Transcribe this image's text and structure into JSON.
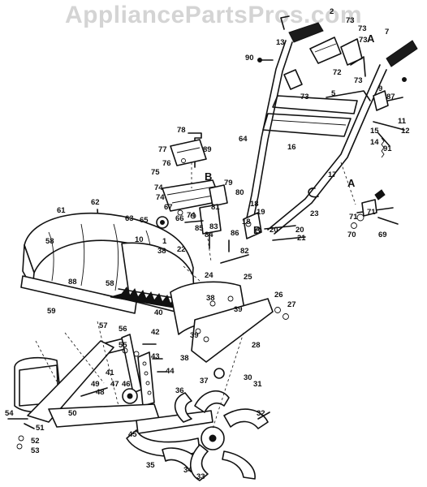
{
  "watermark": "AppliancePartsPros.com",
  "callouts": [
    "1",
    "2",
    "5",
    "7",
    "9",
    "10",
    "11",
    "12",
    "13",
    "14",
    "15",
    "16",
    "17",
    "18",
    "19",
    "20",
    "21",
    "22",
    "23",
    "24",
    "25",
    "26",
    "27",
    "28",
    "30",
    "31",
    "32",
    "33",
    "34",
    "35",
    "36",
    "37",
    "38",
    "39",
    "40",
    "41",
    "42",
    "43",
    "44",
    "45",
    "46",
    "47",
    "48",
    "49",
    "50",
    "51",
    "52",
    "53",
    "54",
    "55",
    "56",
    "57",
    "58",
    "59",
    "61",
    "62",
    "63",
    "64",
    "65",
    "66",
    "67",
    "69",
    "70",
    "71",
    "72",
    "73",
    "74",
    "75",
    "76",
    "77",
    "78",
    "79",
    "80",
    "81",
    "82",
    "83",
    "84",
    "85",
    "86",
    "87",
    "88",
    "89",
    "90",
    "91"
  ],
  "reference_letters": [
    "A",
    "B"
  ]
}
